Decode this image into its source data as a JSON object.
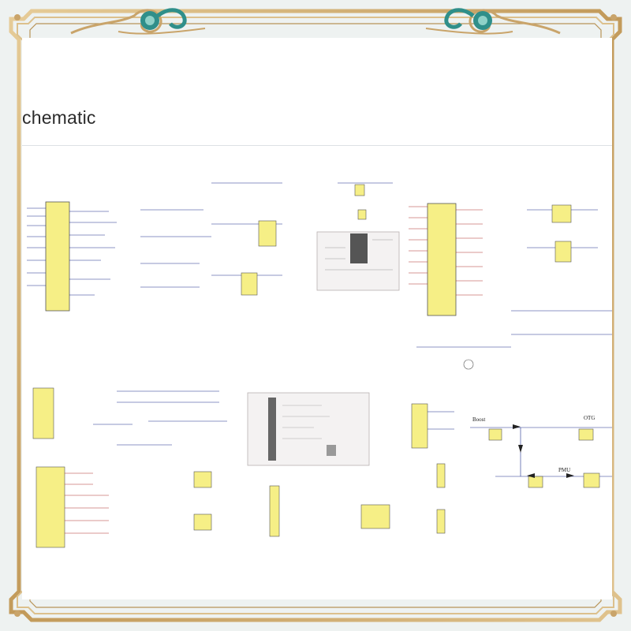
{
  "page": {
    "title": "chematic"
  },
  "schematic": {
    "labels": {
      "boost": "Boost",
      "otg": "OTG",
      "pmu": "PMU"
    }
  },
  "colors": {
    "frame_gold": "#c9a46a",
    "frame_teal": "#2f8f8a",
    "chip_fill": "#f6ef86",
    "wire": "#1b2a8a",
    "net_red": "#b0302a"
  },
  "icons": [
    "ornament-left-icon",
    "ornament-right-icon",
    "corner-ornament-icon"
  ]
}
